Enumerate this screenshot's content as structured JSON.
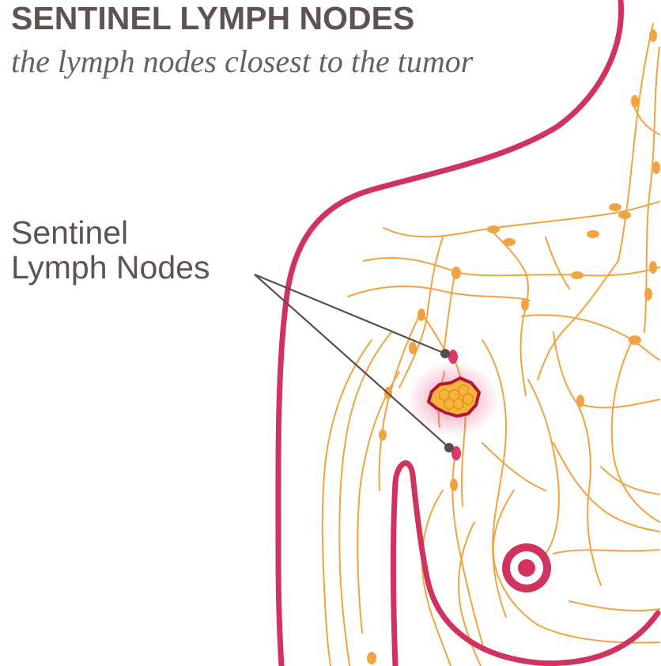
{
  "header": {
    "title": "SENTINEL LYMPH NODES",
    "subtitle": "the lymph nodes closest to the tumor"
  },
  "callout": {
    "line1": "Sentinel",
    "line2": "Lymph Nodes"
  },
  "colors": {
    "body_outline": "#d1325e",
    "lymph_vessels": "#f2a341",
    "lymph_node": "#f2a341",
    "sentinel_node": "#e0356a",
    "tumor_fill": "#f5b53a",
    "tumor_outline": "#b0183a",
    "tumor_glow": "#e0356a",
    "pointer_line": "#5a4e4d",
    "text": "#5f5352"
  }
}
